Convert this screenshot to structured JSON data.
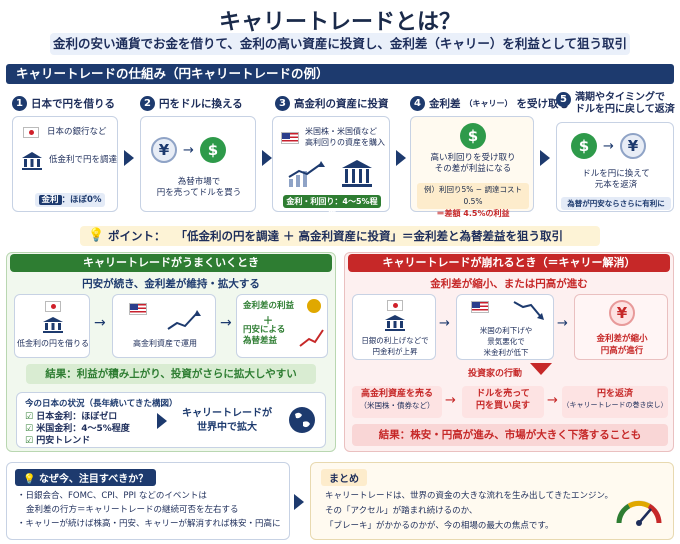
{
  "title": "キャリートレードとは？",
  "subtitle": "金利の安い通貨でお金を借りて、金利の高い資産に投資し、金利差（キャリー）を利益として狙う取引",
  "mechanism": {
    "header": "キャリートレードの仕組み（円キャリートレードの例）",
    "steps": [
      {
        "num": "1",
        "title": "日本で円を借りる",
        "line1": "日本の銀行など",
        "line2": "低金利で円を調達",
        "tag_label": "金利",
        "tag_value": "：ほぼ0%"
      },
      {
        "num": "2",
        "title": "円をドルに換える",
        "yen": "¥",
        "dol": "$",
        "line1": "為替市場で",
        "line2": "円を売ってドルを買う"
      },
      {
        "num": "3",
        "title": "高金利の資産に投資",
        "line1": "米国株・米国債など",
        "line2": "高利回りの資産を購入",
        "tag": "金利・利回り：4～5%程度"
      },
      {
        "num": "4",
        "title": "金利差",
        "title_small": "（キャリー）",
        "title_end": "を受け取る",
        "dol": "$",
        "line1": "高い利回りを受け取り",
        "line2": "その差が利益になる",
        "calc": "例）利回り5% − 調達コスト0.5%",
        "calc2": "＝差額 4.5%の利益"
      },
      {
        "num": "5",
        "title_a": "満期やタイミングで",
        "title_b": "ドルを円に戻して返済",
        "dol": "$",
        "yen": "¥",
        "line1": "ドルを円に換えて",
        "line2": "元本を返済",
        "tag": "為替が円安ならさらに有利に"
      }
    ]
  },
  "point": {
    "label": "ポイント：",
    "text": "「低金利の円を調達 ＋ 高金利資産に投資」＝金利差と為替差益を狙う取引"
  },
  "good": {
    "header": "キャリートレードがうまくいくとき",
    "sub": "円安が続き、金利差が維持・拡大する",
    "box1": "低金利の円を借りる",
    "box2": "高金利資産で運用",
    "profit1": "金利差の利益",
    "plus": "＋",
    "profit2a": "円安による",
    "profit2b": "為替差益",
    "result": "結果：利益が積み上がり、投資がさらに拡大しやすい",
    "status_title": "今の日本の状況（長年続いてきた構図）",
    "status_items": [
      "日本金利：ほぼゼロ",
      "米国金利：4～5%程度",
      "円安トレンド"
    ],
    "status_result_a": "キャリートレードが",
    "status_result_b": "世界中で拡大"
  },
  "bad": {
    "header": "キャリートレードが崩れるとき（＝キャリー解消）",
    "sub": "金利差が縮小、または円高が進む",
    "box1a": "日銀の利上げなどで",
    "box1b": "円金利が上昇",
    "box2a": "米国の利下げや",
    "box2b": "景気悪化で",
    "box2c": "米金利が低下",
    "box3a": "金利差が縮小",
    "box3b": "円高が進行",
    "yen": "¥",
    "action": "投資家の行動",
    "act1a": "高金利資産を売る",
    "act1b": "（米国株・債券など）",
    "act2a": "ドルを売って",
    "act2b": "円を買い戻す",
    "act3a": "円を返済",
    "act3b": "（キャリートレードの巻き戻し）",
    "result": "結果：株安・円高が進み、市場が大きく下落することも"
  },
  "why": {
    "header": "なぜ今、注目すべきか？",
    "items": [
      "日銀会合、FOMC、CPI、PPI などのイベントは",
      "金利差の行方＝キャリートレードの継続可否を左右する",
      "キャリーが続けば株高・円安、キャリーが解消すれば株安・円高に"
    ]
  },
  "summary": {
    "header": "まとめ",
    "lines": [
      "キャリートレードは、世界の資金の大きな流れを生み出してきたエンジン。",
      "その「アクセル」が踏まれ続けるのか、",
      "「ブレーキ」がかかるのかが、今の相場の最大の焦点です。"
    ]
  },
  "colors": {
    "navy": "#1d3a6e",
    "green": "#2e7d32",
    "red": "#c62828",
    "gold": "#fdf3d6"
  }
}
